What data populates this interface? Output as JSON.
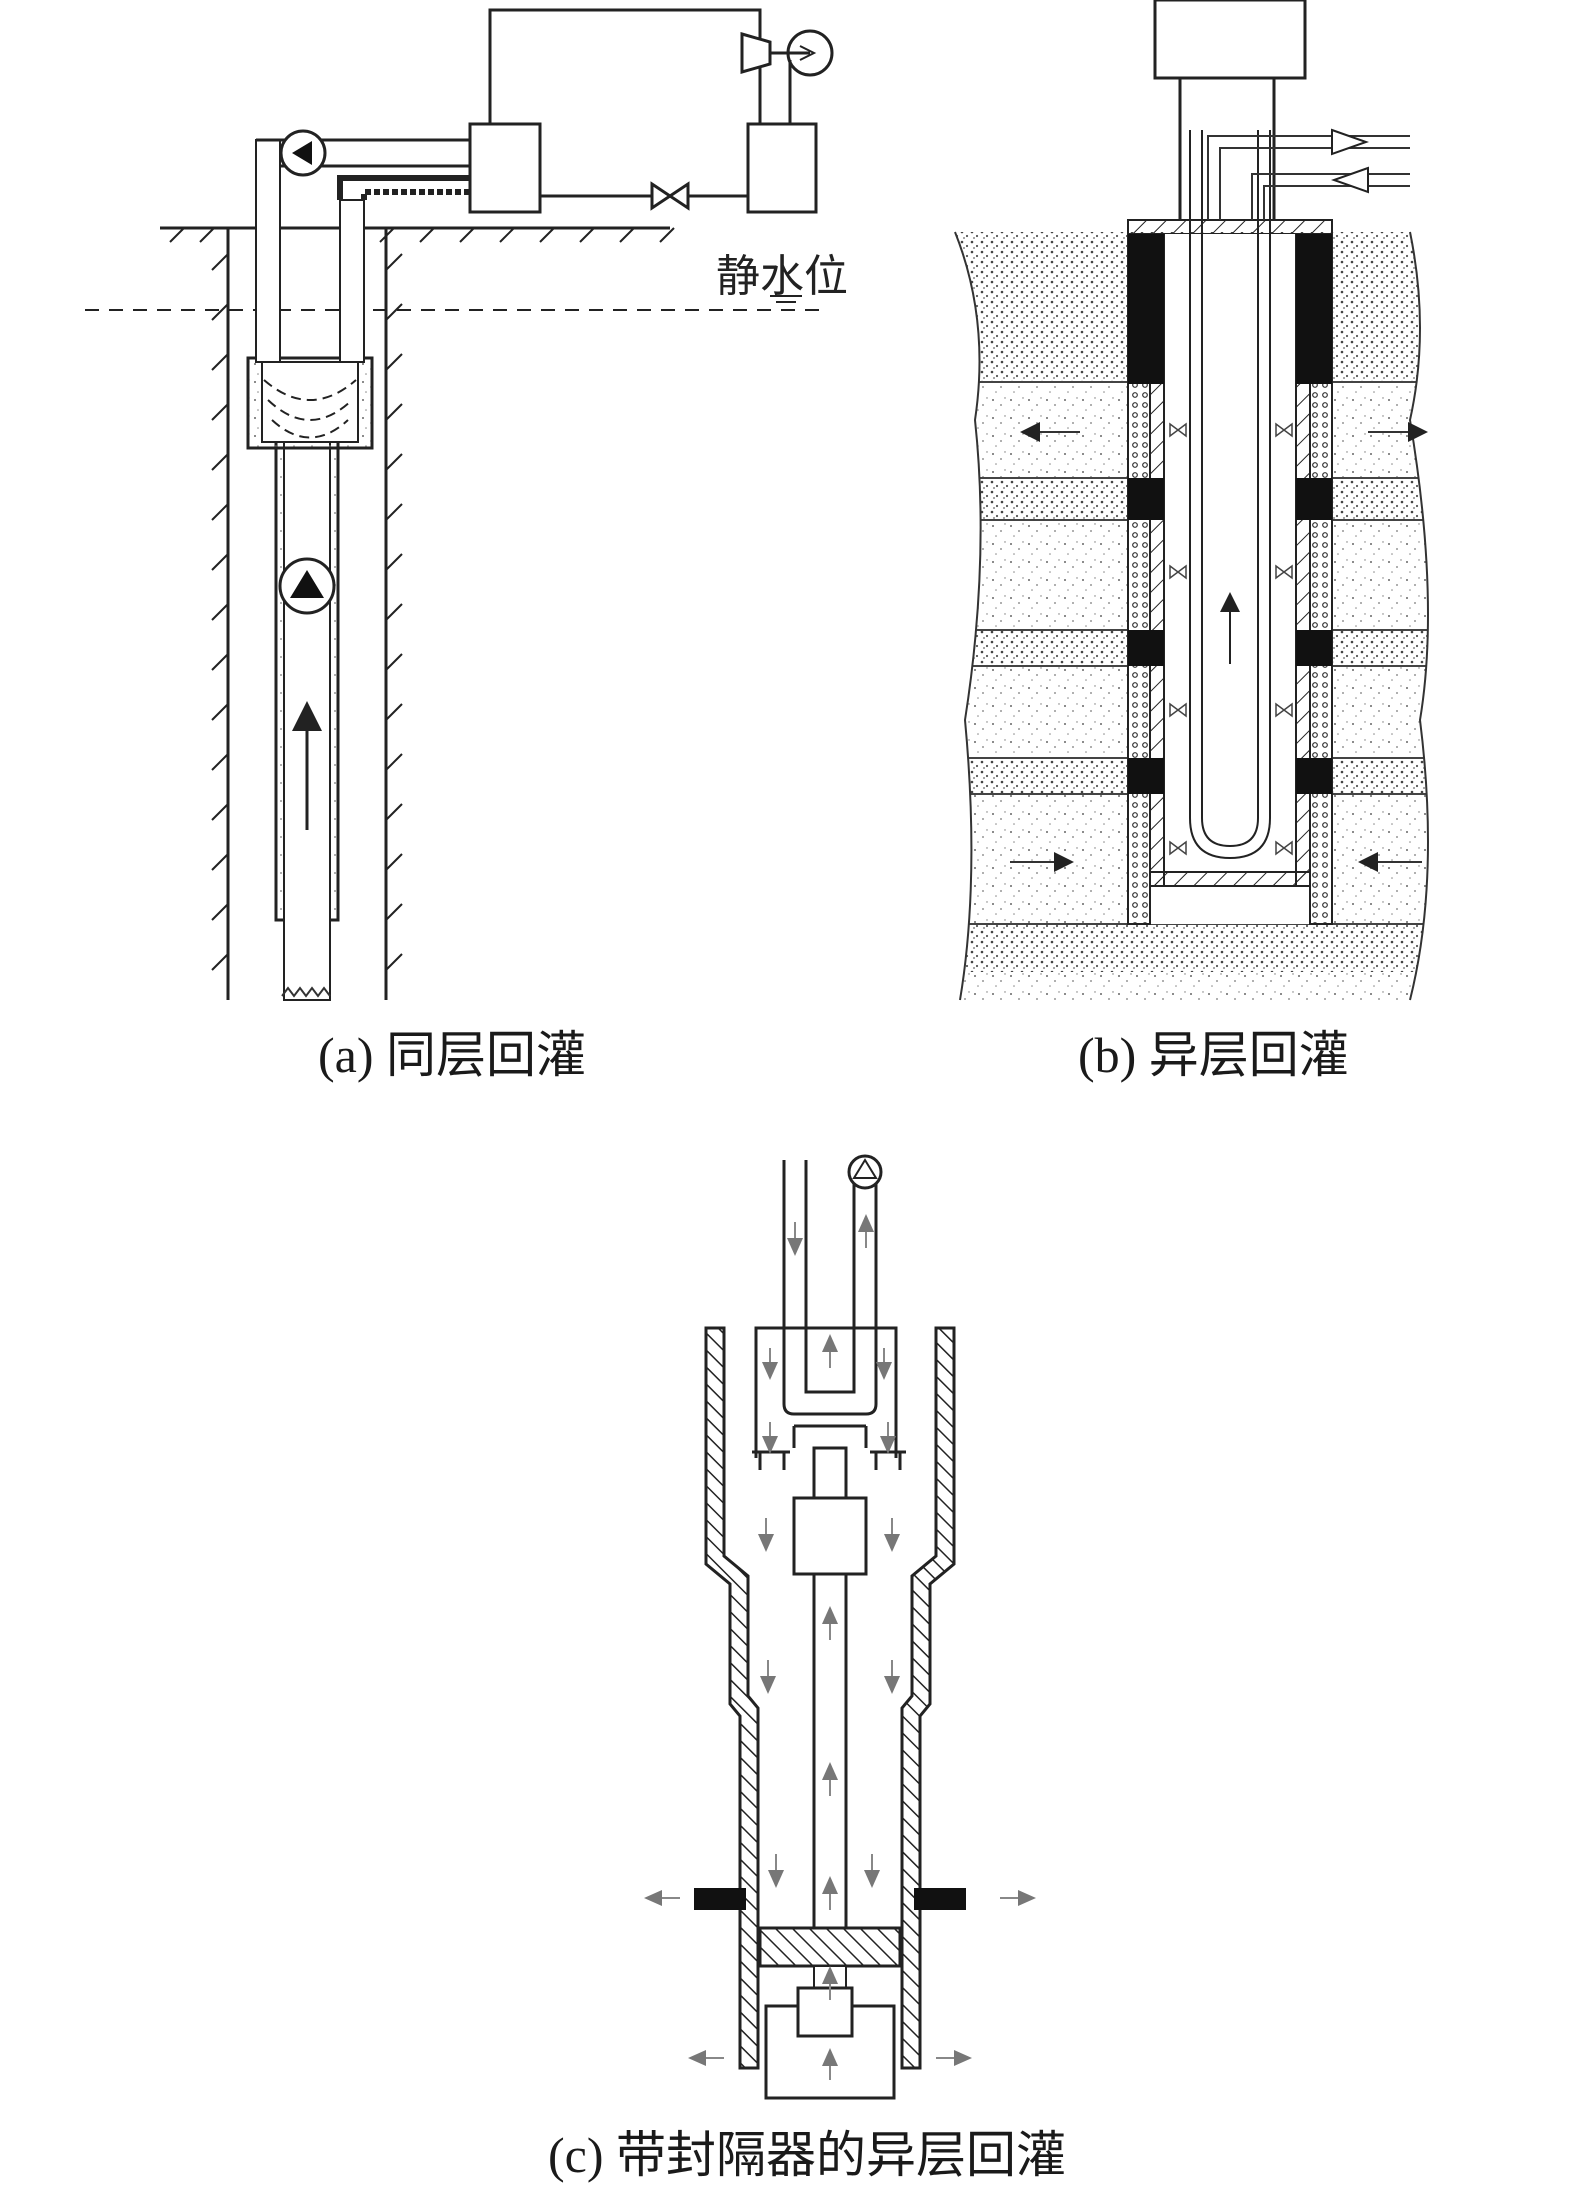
{
  "panels": [
    {
      "id": "a",
      "caption": "(a) 同层回灌"
    },
    {
      "id": "b",
      "caption": "(b) 异层回灌"
    },
    {
      "id": "c",
      "caption": "(c) 带封隔器的异层回灌"
    }
  ],
  "labels": {
    "static_water_level": "静水位"
  },
  "icons": [
    "pump-icon",
    "valve-icon",
    "heat-pump-unit-icon",
    "fan-icon",
    "flow-arrow-icon"
  ],
  "colors": {
    "line": "#222222",
    "flow_arrow_gray": "#888888",
    "seal_black": "#111111"
  }
}
